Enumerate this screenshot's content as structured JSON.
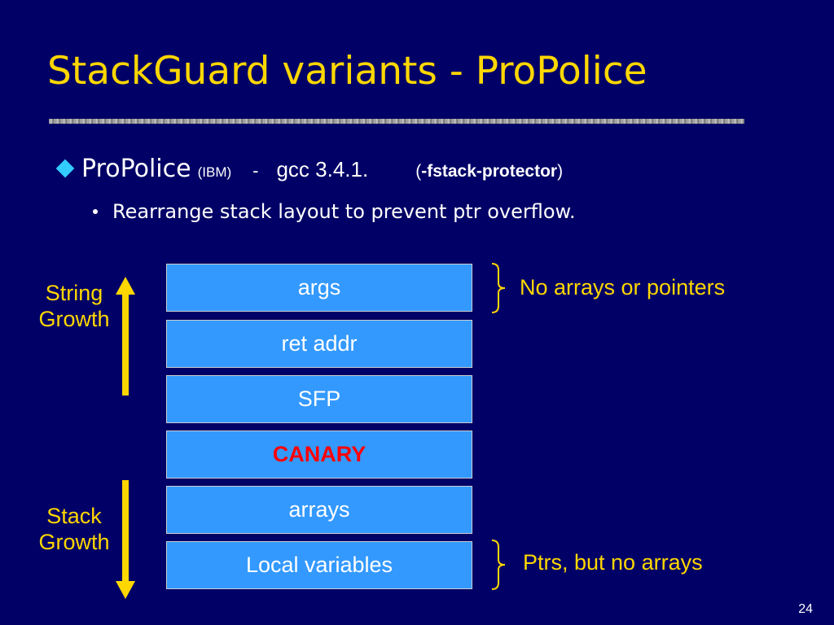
{
  "title": "StackGuard variants - ProPolice",
  "bullet1": {
    "name": "ProPolice",
    "org": "(IBM)",
    "separator": "-",
    "gcc": "gcc 3.4.1.",
    "flag_open": "(",
    "flag": "-fstack-protector",
    "flag_close": ")"
  },
  "bullet2": "Rearrange stack layout to prevent ptr overflow.",
  "stack": [
    "args",
    "ret addr",
    "SFP",
    "CANARY",
    "arrays",
    "Local variables"
  ],
  "labels": {
    "string_growth": [
      "String",
      "Growth"
    ],
    "stack_growth": [
      "Stack",
      "Growth"
    ]
  },
  "notes": {
    "top": "No arrays or pointers",
    "bottom": "Ptrs, but no arrays"
  },
  "page_number": "24",
  "colors": {
    "background": "#000066",
    "accent": "#FFD700",
    "box": "#3399FF",
    "canary": "#FF0000",
    "bullet_diamond": "#33CCFF"
  }
}
